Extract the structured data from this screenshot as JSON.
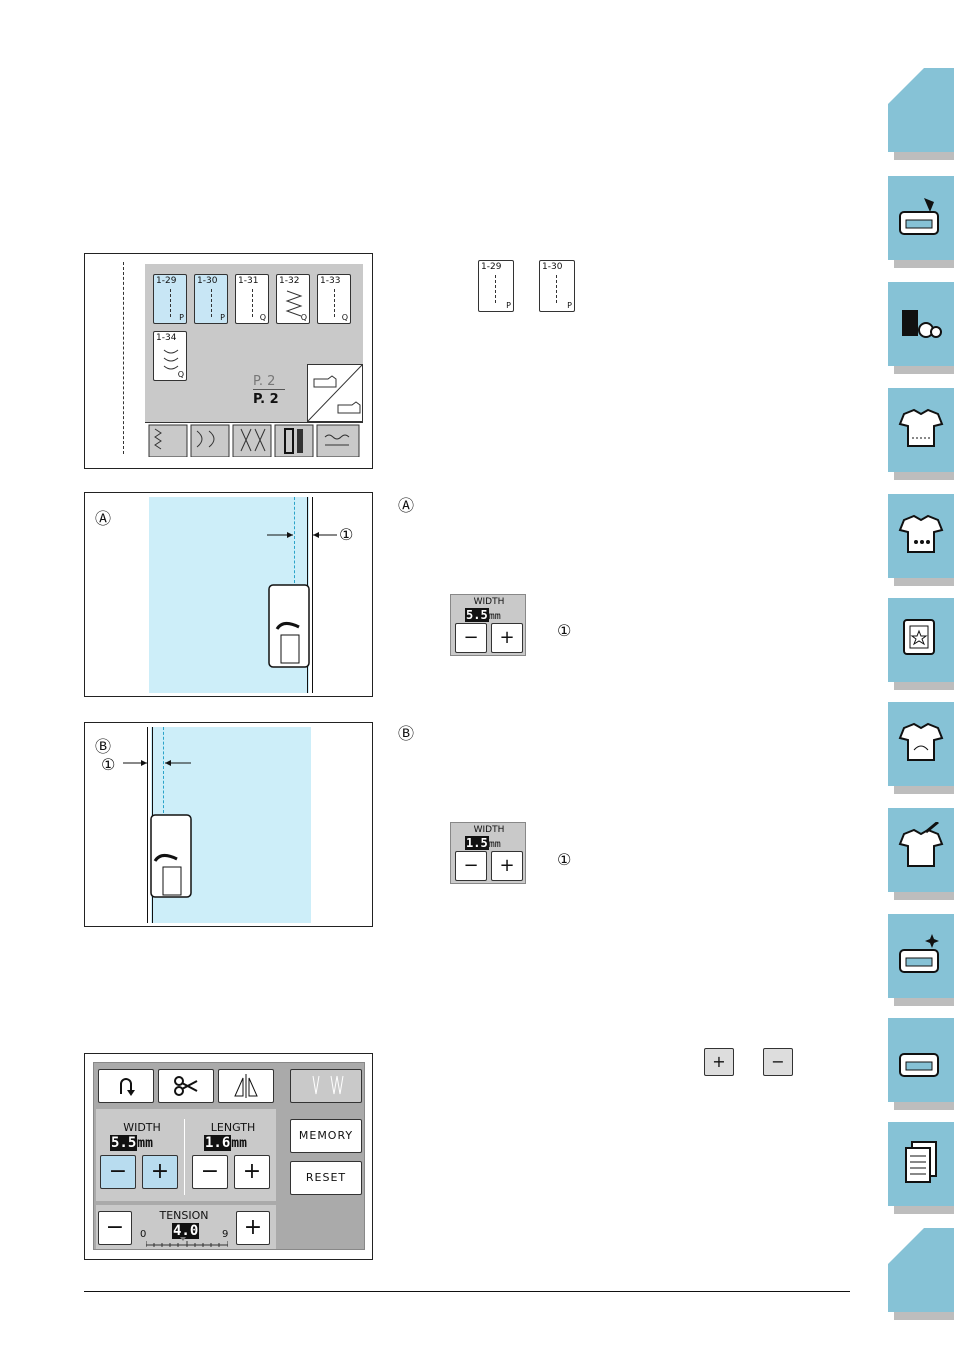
{
  "keys": [
    {
      "num": "1-29",
      "suf": "P",
      "selected": true
    },
    {
      "num": "1-30",
      "suf": "P",
      "selected": true
    },
    {
      "num": "1-31",
      "suf": "Q",
      "selected": false
    },
    {
      "num": "1-32",
      "suf": "Q",
      "selected": false
    },
    {
      "num": "1-33",
      "suf": "Q",
      "selected": false
    },
    {
      "num": "1-34",
      "suf": "Q",
      "selected": false
    }
  ],
  "page_indicator": {
    "current": "P. 2",
    "total": "P. 2"
  },
  "inline_keys": [
    {
      "num": "1-29",
      "suf": "P"
    },
    {
      "num": "1-30",
      "suf": "P"
    }
  ],
  "markers": {
    "a": "Ⓐ",
    "b": "Ⓑ",
    "one": "①"
  },
  "width_a": {
    "label": "WIDTH",
    "value": "5.5",
    "unit": "mm"
  },
  "width_b": {
    "label": "WIDTH",
    "value": "1.5",
    "unit": "mm"
  },
  "settings": {
    "width_label": "WIDTH",
    "width_value": "5.5",
    "width_unit": "mm",
    "length_label": "LENGTH",
    "length_value": "1.6",
    "length_unit": "mm",
    "tension_label": "TENSION",
    "tension_value": "4.0",
    "tension_min": "0",
    "tension_max": "9",
    "memory": "MEMORY",
    "reset": "RESET"
  },
  "small_keys": {
    "plus": "+",
    "minus": "−"
  },
  "colors": {
    "tab": "#86c2d6",
    "fabric": "#cdeef9",
    "selected_key": "#c8e6f5"
  }
}
